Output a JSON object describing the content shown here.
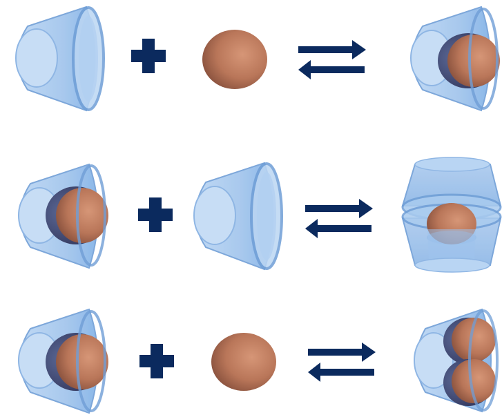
{
  "colors": {
    "host_fill": "#a9cbef",
    "host_stroke": "#6f9ed6",
    "host_inner": "#c7ddf5",
    "host_rim": "#7fb0e6",
    "guest_light": "#c98a6c",
    "guest_dark": "#8c5440",
    "guest_shadow": "#4b4f78",
    "symbol_navy": "#0b2a5e"
  },
  "rows": [
    {
      "row": 1,
      "reactants": [
        "cavitand-host-icon",
        "guest-sphere-icon"
      ],
      "operator": "plus-icon",
      "equilibrium": "equilibrium-arrows-icon",
      "product": "host-guest-complex-1-1-icon"
    },
    {
      "row": 2,
      "reactants": [
        "host-guest-complex-1-1-icon",
        "cavitand-host-icon"
      ],
      "operator": "plus-icon",
      "equilibrium": "equilibrium-arrows-icon",
      "product": "capsule-complex-2-1-icon"
    },
    {
      "row": 3,
      "reactants": [
        "host-guest-complex-1-1-icon",
        "guest-sphere-icon"
      ],
      "operator": "plus-icon",
      "equilibrium": "equilibrium-arrows-icon",
      "product": "ternary-complex-1-2-icon"
    }
  ]
}
